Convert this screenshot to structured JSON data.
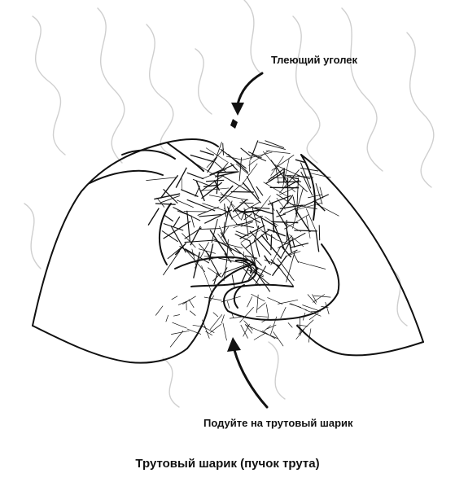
{
  "labels": {
    "ember": "Тлеющий уголек",
    "blow": "Подуйте на трутовый шарик",
    "caption": "Трутовый шарик (пучок трута)"
  },
  "colors": {
    "ink": "#111111",
    "background": "#ffffff",
    "smoke": "#cfcfcf"
  }
}
